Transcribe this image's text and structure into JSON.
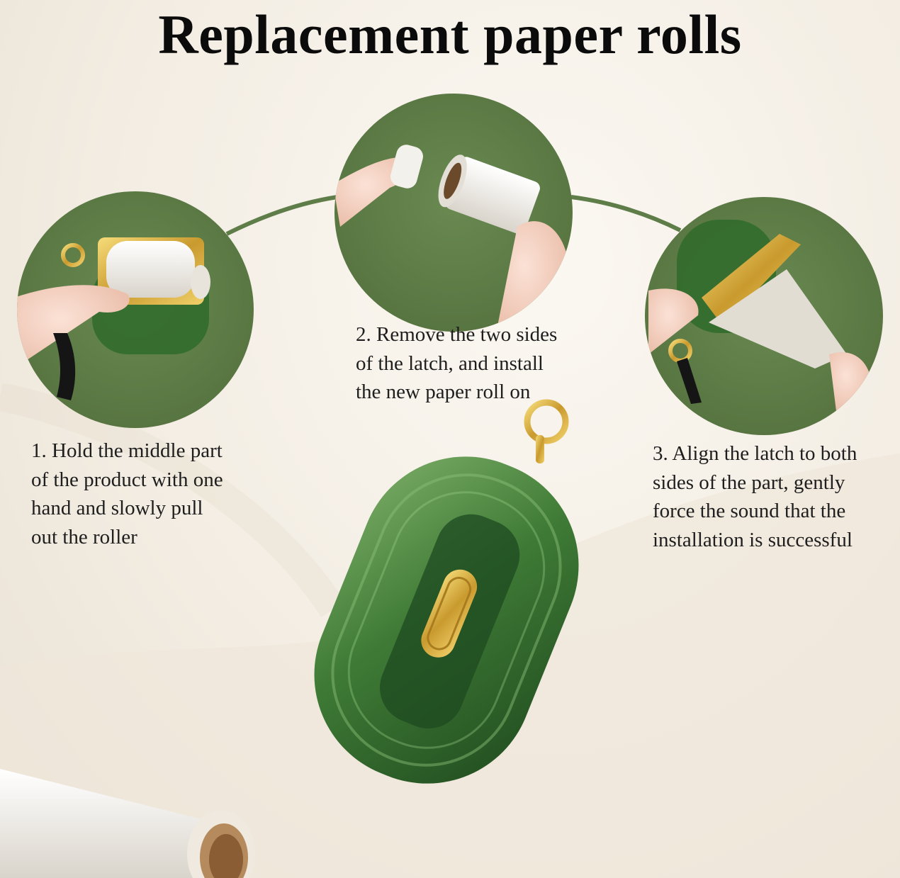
{
  "title": "Replacement paper rolls",
  "steps": [
    {
      "lines": [
        "1. Hold the middle part",
        "of the product with one",
        "hand and slowly pull",
        "out the roller"
      ]
    },
    {
      "lines": [
        "2. Remove the two sides",
        "of the latch, and install",
        "the new paper roll on"
      ]
    },
    {
      "lines": [
        "3. Align the latch to both",
        "sides of the part, gently",
        "force the sound that the",
        "installation is successful"
      ]
    }
  ],
  "colors": {
    "green_circle": "#5f7d48",
    "product_green": "#3e7a38",
    "gold": "#d8b043",
    "title": "#0b0b0b",
    "text": "#1e1e1e"
  },
  "icons": [
    "step1-photo",
    "step2-photo",
    "step3-photo",
    "product-photo",
    "paper-roll-photo"
  ]
}
